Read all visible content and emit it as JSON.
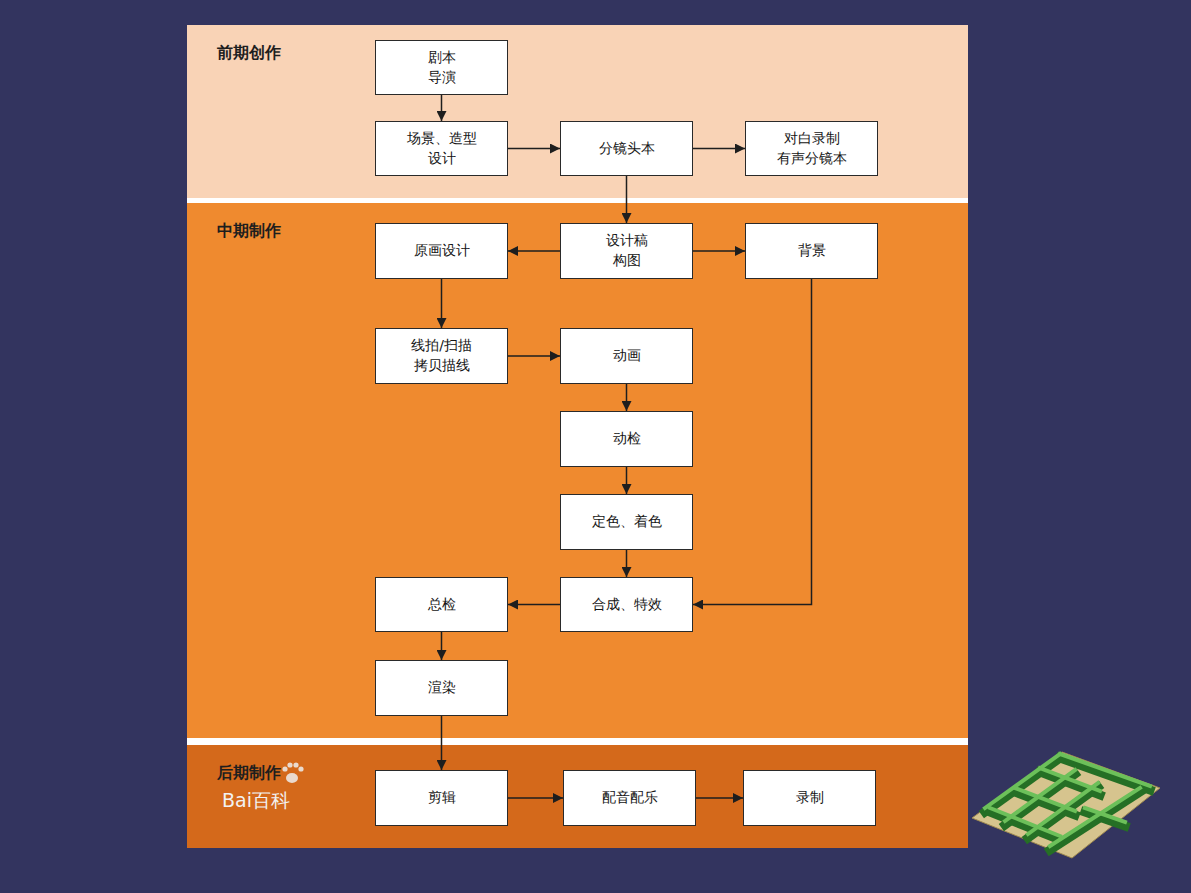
{
  "diagram": {
    "nodes": [
      {
        "text": [
          "前期创作"
        ]
      },
      {
        "text": [
          "剧本 导演"
        ],
        "in": 0
      },
      {
        "text": [
          "场景、造型 设计"
        ],
        "in": 0
      },
      {
        "text": [
          "分镜头本"
        ],
        "in": 0
      },
      {
        "text": [
          "对白录制 有声分镜本"
        ],
        "in": 0
      },
      {
        "text": [
          "中期制作"
        ]
      },
      {
        "text": [
          "原画设计"
        ],
        "in": 5
      },
      {
        "text": [
          "设计稿 构图"
        ],
        "in": 5
      },
      {
        "text": [
          "背景"
        ],
        "in": 5
      },
      {
        "text": [
          "线拍/扫描 拷贝描线"
        ],
        "in": 5
      },
      {
        "text": [
          "动画"
        ],
        "in": 5
      },
      {
        "text": [
          "动检"
        ],
        "in": 5
      },
      {
        "text": [
          "定色、着色"
        ],
        "in": 5
      },
      {
        "text": [
          "总检"
        ],
        "in": 5
      },
      {
        "text": [
          "合成、特效"
        ],
        "in": 5
      },
      {
        "text": [
          "渲染"
        ],
        "in": 5
      },
      {
        "text": [
          "后期制作"
        ]
      },
      {
        "text": [
          "剪辑"
        ],
        "in": 16
      },
      {
        "text": [
          "配音配乐"
        ],
        "in": 16
      },
      {
        "text": [
          "录制"
        ],
        "in": 16
      }
    ],
    "edges": [
      {
        "from": 1,
        "to": 2,
        "arrow": "to"
      },
      {
        "from": 2,
        "to": 3,
        "arrow": "to"
      },
      {
        "from": 3,
        "to": 4,
        "arrow": "to"
      },
      {
        "from": 3,
        "to": 7,
        "arrow": "to"
      },
      {
        "from": 7,
        "to": 6,
        "arrow": "to"
      },
      {
        "from": 7,
        "to": 8,
        "arrow": "to"
      },
      {
        "from": 6,
        "to": 9,
        "arrow": "to"
      },
      {
        "from": 9,
        "to": 10,
        "arrow": "to"
      },
      {
        "from": 10,
        "to": 11,
        "arrow": "to"
      },
      {
        "from": 11,
        "to": 12,
        "arrow": "to"
      },
      {
        "from": 12,
        "to": 14,
        "arrow": "to"
      },
      {
        "from": 8,
        "to": 14,
        "arrow": "to"
      },
      {
        "from": 14,
        "to": 13,
        "arrow": "to"
      },
      {
        "from": 13,
        "to": 15,
        "arrow": "to"
      },
      {
        "from": 15,
        "to": 17,
        "arrow": "to"
      },
      {
        "from": 17,
        "to": 18,
        "arrow": "to"
      },
      {
        "from": 18,
        "to": 19,
        "arrow": "to"
      }
    ],
    "labels": [
      "Bai百科"
    ]
  }
}
